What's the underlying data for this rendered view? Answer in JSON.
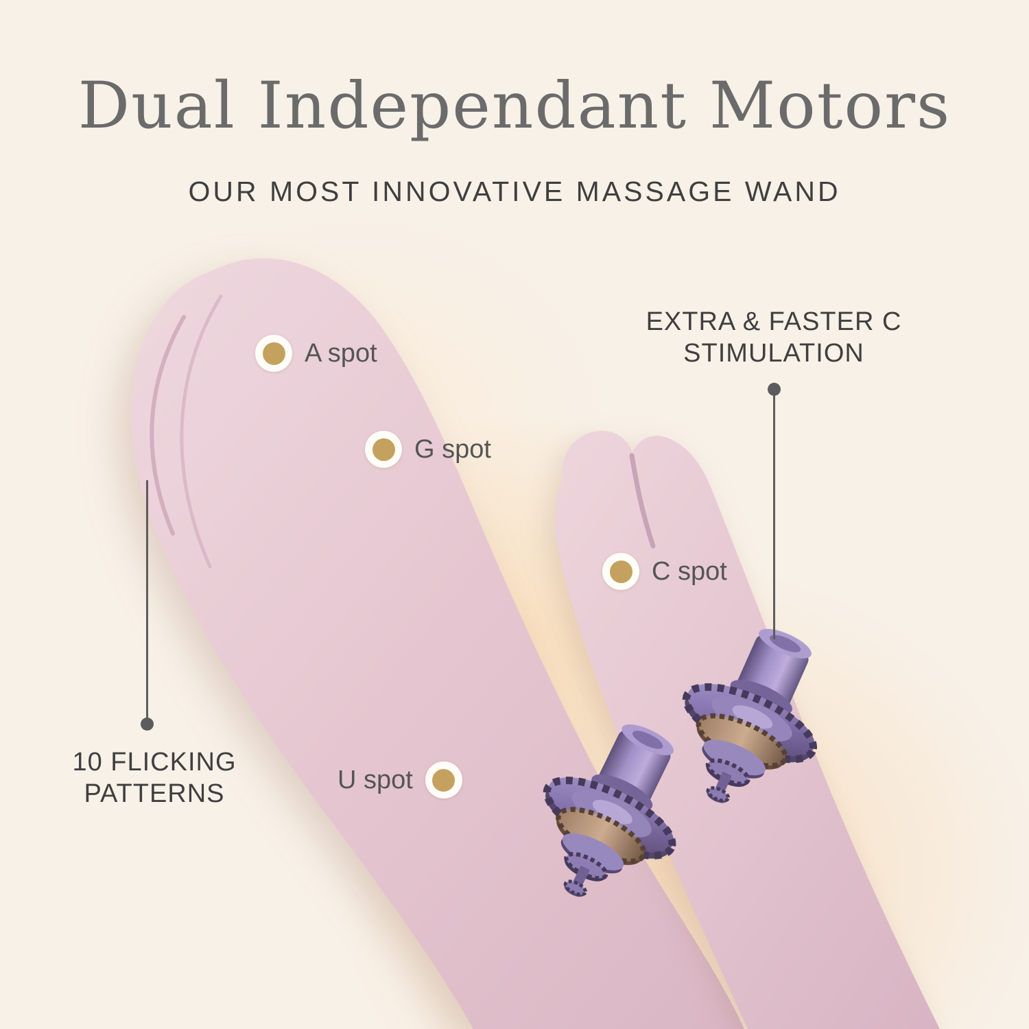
{
  "header": {
    "title": "Dual Independant Motors",
    "subtitle": "OUR MOST INNOVATIVE MASSAGE WAND"
  },
  "spots": {
    "a": "A spot",
    "g": "G spot",
    "c": "C spot",
    "u": "U spot"
  },
  "callouts": {
    "c_stimulation": "EXTRA & FASTER C\nSTIMULATION",
    "flicking_patterns": "10 FLICKING\nPATTERNS"
  },
  "colors": {
    "background": "#f8f1e8",
    "title_gray": "#6b6b6b",
    "text_dark": "#3f3f3f",
    "label_gray": "#555555",
    "line_gray": "#5c5c5c",
    "marker_gold": "#c4a15e",
    "marker_ring": "#fffdf8",
    "product_pink": "#e5c6d0",
    "product_shadow": "#d6b2c1",
    "motor_purple": "#8374ad",
    "motor_bronze": "#b08f72"
  }
}
